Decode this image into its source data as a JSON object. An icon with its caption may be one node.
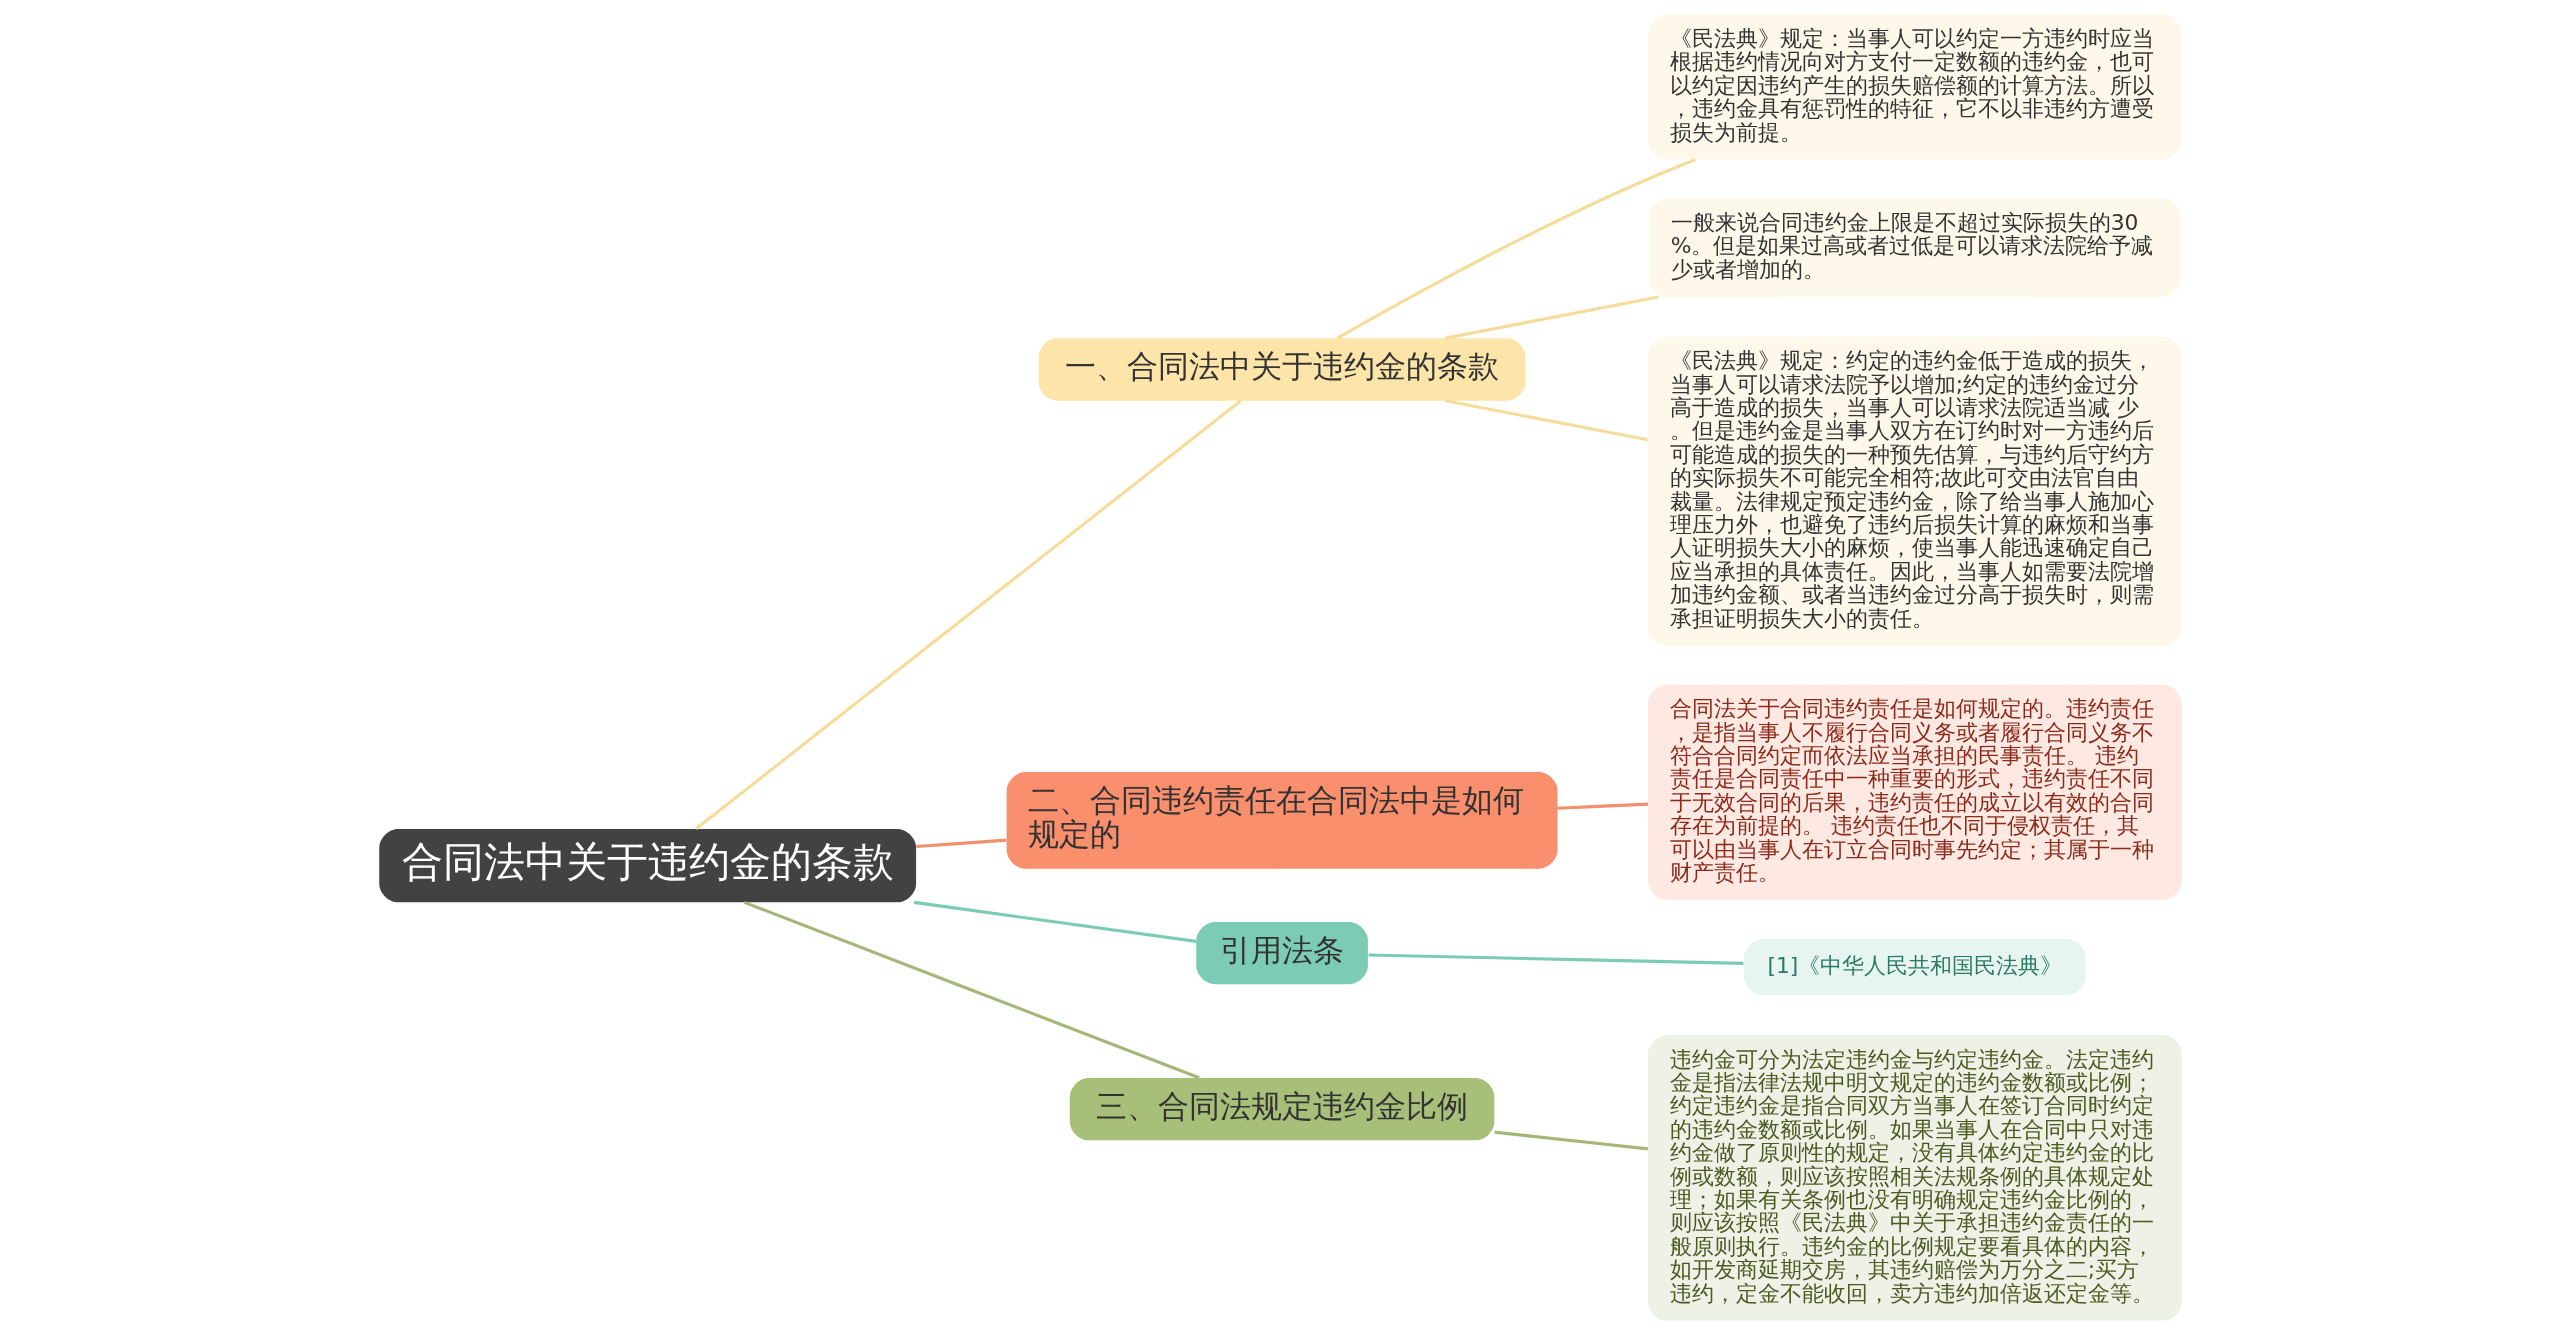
{
  "diagram": {
    "nodes": [
      {
        "text": [
          "合同法中关于违约金的条款"
        ]
      },
      {
        "text": [
          "一、合同法中关于违约金的条款"
        ]
      },
      {
        "text": [
          "《民法典》规定：当事人可以约定一方违约时应当根据违约情况向对方支付一定数额的违约金，也可以约定因违约产生的损失赔偿额的计算方法。所以，违约金具有惩罚性的特征，它不以非违约方遭受损失为前提。"
        ]
      },
      {
        "text": [
          "一般来说合同违约金上限是不超过实际损失的30%。但是如果过高或者过低是可以请求法院给予减少或者增加的。"
        ]
      },
      {
        "text": [
          "《民法典》规定：约定的违约金低于造成的损失，当事人可以请求法院予以增加;约定的违约金过分高于造成的损失，当事人可以请求法院适当减 少。但是违约金是当事人双方在订约时对一方违约后可能造成的损失的一种预先估算，与违约后守约方的实际损失不可能完全相符;故此可交由法官自由裁量。法律规定预定违约金，除了给当事人施加心理压力外，也避免了违约后损失计算的麻烦和当事人证明损失大小的麻烦，使当事人能迅速确定自己应当承担的具体责任。因此，当事人如需要法院增加违约金额、或者当违约金过分高于损失时，则需承担证明损失大小的责任。"
        ]
      },
      {
        "text": [
          "二、合同违约责任在合同法中是如何规定的"
        ]
      },
      {
        "text": [
          "合同法关于合同违约责任是如何规定的。违约责任，是指当事人不履行合同义务或者履行合同义务不符合合同约定而依法应当承担的民事责任。 违约责任是合同责任中一种重要的形式，违约责任不同于无效合同的后果，违约责任的成立以有效的合同存在为前提的。 违约责任也不同于侵权责任，其可以由当事人在订立合同时事先约定；其属于一种财产责任。"
        ]
      },
      {
        "text": [
          "引用法条"
        ]
      },
      {
        "text": [
          "[1]《中华人民共和国民法典》"
        ]
      },
      {
        "text": [
          "三、合同法规定违约金比例"
        ]
      },
      {
        "text": [
          "违约金可分为法定违约金与约定违约金。法定违约金是指法律法规中明文规定的违约金数额或比例；约定违约金是指合同双方当事人在签订合同时约定的违约金数额或比例。如果当事人在合同中只对违约金做了原则性的规定，没有具体约定违约金的比例或数额，则应该按照相关法规条例的具体规定处理；如果有关条例也没有明确规定违约金比例的，则应该按照《民法典》中关于承担违约金责任的一般原则执行。违约金的比例规定要看具体的内容，如开发商延期交房，其违约赔偿为万分之二;买方违约，定金不能收回，卖方违约加倍返还定金等。"
        ]
      }
    ],
    "edges": [
      {
        "from": 0,
        "to": 1,
        "arrow": "none",
        "color": "#f5dc9a"
      },
      {
        "from": 1,
        "to": 2,
        "arrow": "none",
        "color": "#f5dc9a"
      },
      {
        "from": 1,
        "to": 3,
        "arrow": "none",
        "color": "#f5dc9a"
      },
      {
        "from": 1,
        "to": 4,
        "arrow": "none",
        "color": "#f5dc9a"
      },
      {
        "from": 0,
        "to": 5,
        "arrow": "none",
        "color": "#f2906e"
      },
      {
        "from": 5,
        "to": 6,
        "arrow": "none",
        "color": "#f2906e"
      },
      {
        "from": 0,
        "to": 7,
        "arrow": "none",
        "color": "#7ccbb4"
      },
      {
        "from": 7,
        "to": 8,
        "arrow": "none",
        "color": "#7ccbb4"
      },
      {
        "from": 0,
        "to": 9,
        "arrow": "none",
        "color": "#a3b878"
      },
      {
        "from": 9,
        "to": 10,
        "arrow": "none",
        "color": "#a3b878"
      }
    ]
  }
}
